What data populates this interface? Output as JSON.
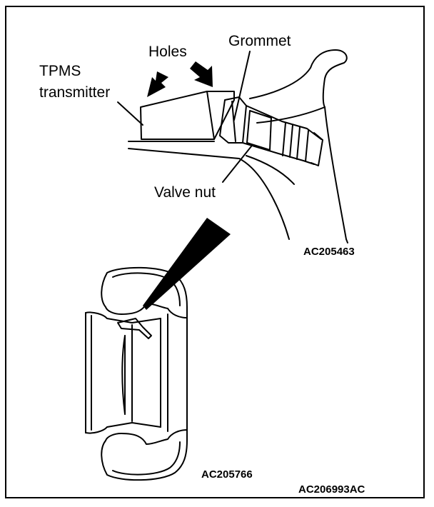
{
  "labels": {
    "tpms_line1": "TPMS",
    "tpms_line2": "transmitter",
    "holes": "Holes",
    "grommet": "Grommet",
    "valve_nut": "Valve nut"
  },
  "codes": {
    "detail": "AC205463",
    "wheel": "AC205766",
    "figure": "AC206993AC"
  }
}
